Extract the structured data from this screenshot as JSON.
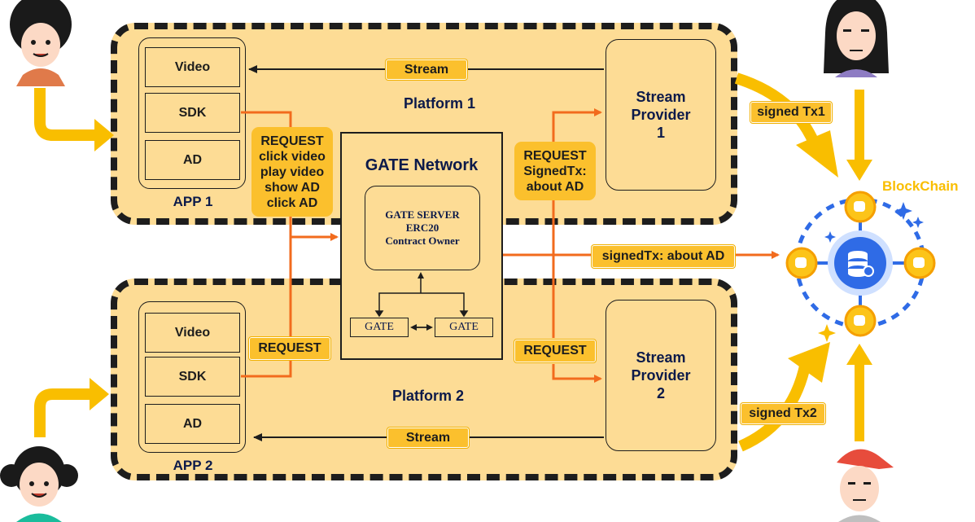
{
  "platform1": {
    "title": "Platform 1",
    "app": {
      "label": "APP 1",
      "rows": [
        "Video",
        "SDK",
        "AD"
      ]
    },
    "stream_label": "Stream",
    "provider": {
      "line1": "Stream",
      "line2": "Provider",
      "line3": "1"
    },
    "request_left": [
      "REQUEST",
      "click video",
      "play video",
      "show AD",
      "click AD"
    ],
    "request_right": [
      "REQUEST",
      "SignedTx:",
      "about AD"
    ],
    "signed_label": "signed Tx1"
  },
  "platform2": {
    "title": "Platform 2",
    "app": {
      "label": "APP 2",
      "rows": [
        "Video",
        "SDK",
        "AD"
      ]
    },
    "stream_label": "Stream",
    "provider": {
      "line1": "Stream",
      "line2": "Provider",
      "line3": "2"
    },
    "request_left": "REQUEST",
    "request_right": "REQUEST",
    "signed_label": "signed Tx2"
  },
  "gate_network": {
    "title": "GATE Network",
    "server": [
      "GATE SERVER",
      "ERC20",
      "Contract Owner"
    ],
    "nodes": [
      "GATE",
      "GATE"
    ],
    "signed_out": "signedTx:  about AD"
  },
  "blockchain": {
    "label": "BlockChain"
  },
  "colors": {
    "box_fill": "#fddc95",
    "tag_fill": "#fbc02d",
    "request_arrow": "#f26b1d",
    "flow_arrow": "#f9be00",
    "text_navy": "#0c1a4a",
    "blockchain_blue": "#2f6be6"
  },
  "icons": [
    "user-avatar-icon",
    "blockchain-node-icon",
    "database-icon",
    "sparkle-icon"
  ]
}
